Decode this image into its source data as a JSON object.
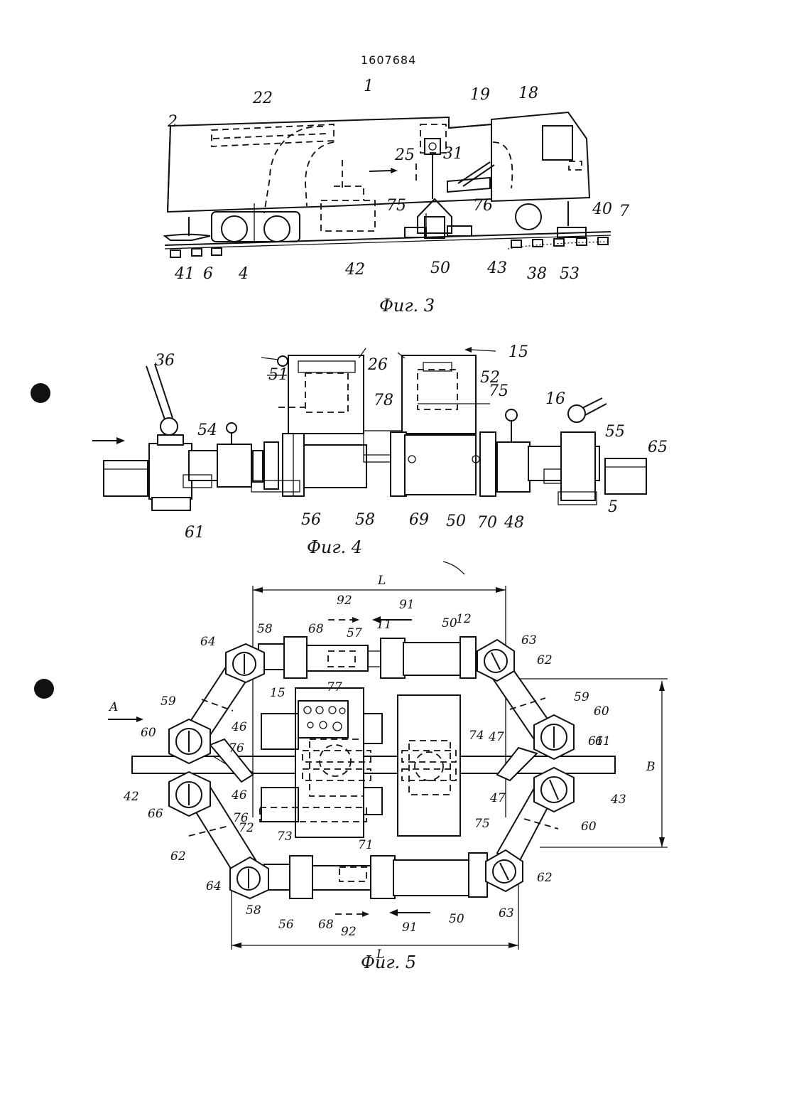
{
  "patent_number": "1607684",
  "figures": [
    {
      "id": "fig3",
      "caption": "Фиг. 3"
    },
    {
      "id": "fig4",
      "caption": "Фиг. 4"
    },
    {
      "id": "fig5",
      "caption": "Фиг. 5"
    }
  ],
  "fig3_labels": [
    "1",
    "2",
    "22",
    "19",
    "18",
    "25",
    "31",
    "75",
    "76",
    "40",
    "7",
    "41",
    "6",
    "4",
    "42",
    "50",
    "43",
    "38",
    "53"
  ],
  "fig4_labels": [
    "36",
    "26",
    "15",
    "51",
    "52",
    "75",
    "16",
    "54",
    "78",
    "55",
    "65",
    "5",
    "61",
    "56",
    "58",
    "69",
    "50",
    "70",
    "48"
  ],
  "fig5_labels": [
    "L",
    "92",
    "91",
    "50",
    "12",
    "11",
    "58",
    "68",
    "57",
    "64",
    "63",
    "62",
    "15",
    "77",
    "59",
    "A",
    "60",
    "46",
    "76",
    "74",
    "47",
    "61",
    "B",
    "42",
    "43",
    "66",
    "72",
    "73",
    "71",
    "75",
    "56",
    "L",
    "92",
    "91",
    "50",
    "63",
    "58",
    "64",
    "68",
    "62",
    "62",
    "59",
    "60",
    "61",
    "46",
    "76",
    "60",
    "47"
  ],
  "colors": {
    "ink": "#111111",
    "paper": "#ffffff"
  }
}
